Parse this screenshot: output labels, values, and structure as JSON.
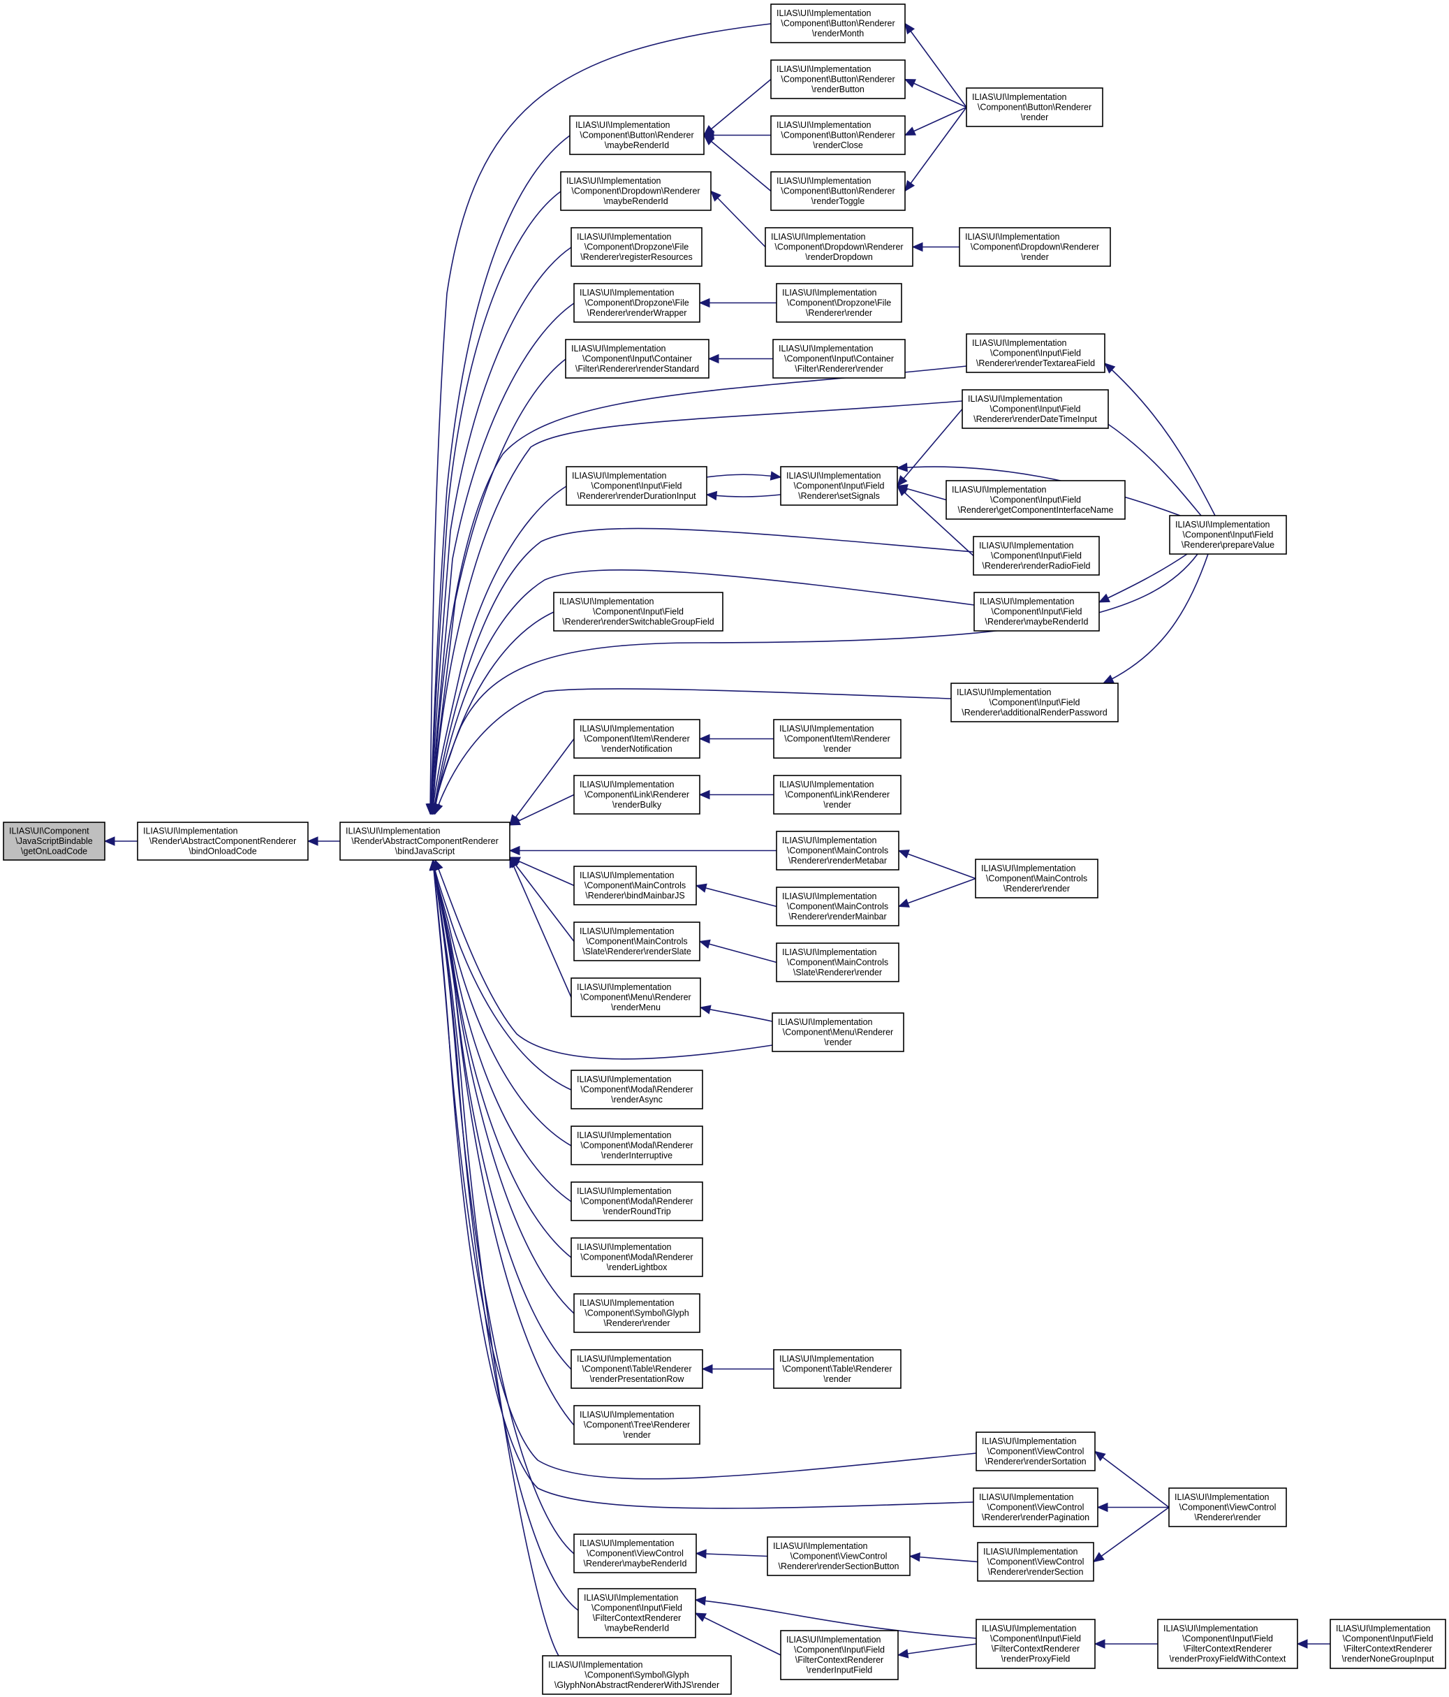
{
  "nodes": [
    {
      "id": "n0",
      "lines": [
        "ILIAS\\UI\\Component",
        "\\JavaScriptBindable",
        "\\getOnLoadCode"
      ],
      "highlight": true
    },
    {
      "id": "n1",
      "lines": [
        "ILIAS\\UI\\Implementation",
        "\\Render\\AbstractComponentRenderer",
        "\\bindOnloadCode"
      ]
    },
    {
      "id": "n2",
      "lines": [
        "ILIAS\\UI\\Implementation",
        "\\Render\\AbstractComponentRenderer",
        "\\bindJavaScript"
      ]
    },
    {
      "id": "b1",
      "lines": [
        "ILIAS\\UI\\Implementation",
        "\\Component\\Button\\Renderer",
        "\\renderMonth"
      ]
    },
    {
      "id": "b2",
      "lines": [
        "ILIAS\\UI\\Implementation",
        "\\Component\\Button\\Renderer",
        "\\renderButton"
      ]
    },
    {
      "id": "b3",
      "lines": [
        "ILIAS\\UI\\Implementation",
        "\\Component\\Button\\Renderer",
        "\\maybeRenderId"
      ]
    },
    {
      "id": "b4",
      "lines": [
        "ILIAS\\UI\\Implementation",
        "\\Component\\Button\\Renderer",
        "\\renderClose"
      ]
    },
    {
      "id": "b5",
      "lines": [
        "ILIAS\\UI\\Implementation",
        "\\Component\\Button\\Renderer",
        "\\renderToggle"
      ]
    },
    {
      "id": "b6",
      "lines": [
        "ILIAS\\UI\\Implementation",
        "\\Component\\Button\\Renderer",
        "\\render"
      ]
    },
    {
      "id": "d1",
      "lines": [
        "ILIAS\\UI\\Implementation",
        "\\Component\\Dropdown\\Renderer",
        "\\maybeRenderId"
      ]
    },
    {
      "id": "d2",
      "lines": [
        "ILIAS\\UI\\Implementation",
        "\\Component\\Dropdown\\Renderer",
        "\\renderDropdown"
      ]
    },
    {
      "id": "d3",
      "lines": [
        "ILIAS\\UI\\Implementation",
        "\\Component\\Dropdown\\Renderer",
        "\\render"
      ]
    },
    {
      "id": "z1",
      "lines": [
        "ILIAS\\UI\\Implementation",
        "\\Component\\Dropzone\\File",
        "\\Renderer\\registerResources"
      ]
    },
    {
      "id": "z2",
      "lines": [
        "ILIAS\\UI\\Implementation",
        "\\Component\\Dropzone\\File",
        "\\Renderer\\renderWrapper"
      ]
    },
    {
      "id": "z3",
      "lines": [
        "ILIAS\\UI\\Implementation",
        "\\Component\\Dropzone\\File",
        "\\Renderer\\render"
      ]
    },
    {
      "id": "c1",
      "lines": [
        "ILIAS\\UI\\Implementation",
        "\\Component\\Input\\Container",
        "\\Filter\\Renderer\\renderStandard"
      ]
    },
    {
      "id": "c2",
      "lines": [
        "ILIAS\\UI\\Implementation",
        "\\Component\\Input\\Container",
        "\\Filter\\Renderer\\render"
      ]
    },
    {
      "id": "f1",
      "lines": [
        "ILIAS\\UI\\Implementation",
        "\\Component\\Input\\Field",
        "\\Renderer\\renderTextareaField"
      ]
    },
    {
      "id": "f2",
      "lines": [
        "ILIAS\\UI\\Implementation",
        "\\Component\\Input\\Field",
        "\\Renderer\\renderDateTimeInput"
      ]
    },
    {
      "id": "f3",
      "lines": [
        "ILIAS\\UI\\Implementation",
        "\\Component\\Input\\Field",
        "\\Renderer\\renderDurationInput"
      ]
    },
    {
      "id": "f4",
      "lines": [
        "ILIAS\\UI\\Implementation",
        "\\Component\\Input\\Field",
        "\\Renderer\\setSignals"
      ]
    },
    {
      "id": "f5",
      "lines": [
        "ILIAS\\UI\\Implementation",
        "\\Component\\Input\\Field",
        "\\Renderer\\getComponentInterfaceName"
      ]
    },
    {
      "id": "f6",
      "lines": [
        "ILIAS\\UI\\Implementation",
        "\\Component\\Input\\Field",
        "\\Renderer\\renderRadioField"
      ]
    },
    {
      "id": "f7",
      "lines": [
        "ILIAS\\UI\\Implementation",
        "\\Component\\Input\\Field",
        "\\Renderer\\prepareValue"
      ]
    },
    {
      "id": "f8",
      "lines": [
        "ILIAS\\UI\\Implementation",
        "\\Component\\Input\\Field",
        "\\Renderer\\renderSwitchableGroupField"
      ]
    },
    {
      "id": "f9",
      "lines": [
        "ILIAS\\UI\\Implementation",
        "\\Component\\Input\\Field",
        "\\Renderer\\maybeRenderId"
      ]
    },
    {
      "id": "f10",
      "lines": [
        "ILIAS\\UI\\Implementation",
        "\\Component\\Input\\Field",
        "\\Renderer\\additionalRenderPassword"
      ]
    },
    {
      "id": "i1",
      "lines": [
        "ILIAS\\UI\\Implementation",
        "\\Component\\Item\\Renderer",
        "\\renderNotification"
      ]
    },
    {
      "id": "i2",
      "lines": [
        "ILIAS\\UI\\Implementation",
        "\\Component\\Item\\Renderer",
        "\\render"
      ]
    },
    {
      "id": "l1",
      "lines": [
        "ILIAS\\UI\\Implementation",
        "\\Component\\Link\\Renderer",
        "\\renderBulky"
      ]
    },
    {
      "id": "l2",
      "lines": [
        "ILIAS\\UI\\Implementation",
        "\\Component\\Link\\Renderer",
        "\\render"
      ]
    },
    {
      "id": "m1",
      "lines": [
        "ILIAS\\UI\\Implementation",
        "\\Component\\MainControls",
        "\\Renderer\\renderMetabar"
      ]
    },
    {
      "id": "m2",
      "lines": [
        "ILIAS\\UI\\Implementation",
        "\\Component\\MainControls",
        "\\Renderer\\bindMainbarJS"
      ]
    },
    {
      "id": "m3",
      "lines": [
        "ILIAS\\UI\\Implementation",
        "\\Component\\MainControls",
        "\\Renderer\\renderMainbar"
      ]
    },
    {
      "id": "m4",
      "lines": [
        "ILIAS\\UI\\Implementation",
        "\\Component\\MainControls",
        "\\Renderer\\render"
      ]
    },
    {
      "id": "s1",
      "lines": [
        "ILIAS\\UI\\Implementation",
        "\\Component\\MainControls",
        "\\Slate\\Renderer\\renderSlate"
      ]
    },
    {
      "id": "s2",
      "lines": [
        "ILIAS\\UI\\Implementation",
        "\\Component\\MainControls",
        "\\Slate\\Renderer\\render"
      ]
    },
    {
      "id": "u1",
      "lines": [
        "ILIAS\\UI\\Implementation",
        "\\Component\\Menu\\Renderer",
        "\\renderMenu"
      ]
    },
    {
      "id": "u2",
      "lines": [
        "ILIAS\\UI\\Implementation",
        "\\Component\\Menu\\Renderer",
        "\\render"
      ]
    },
    {
      "id": "o1",
      "lines": [
        "ILIAS\\UI\\Implementation",
        "\\Component\\Modal\\Renderer",
        "\\renderAsync"
      ]
    },
    {
      "id": "o2",
      "lines": [
        "ILIAS\\UI\\Implementation",
        "\\Component\\Modal\\Renderer",
        "\\renderInterruptive"
      ]
    },
    {
      "id": "o3",
      "lines": [
        "ILIAS\\UI\\Implementation",
        "\\Component\\Modal\\Renderer",
        "\\renderRoundTrip"
      ]
    },
    {
      "id": "o4",
      "lines": [
        "ILIAS\\UI\\Implementation",
        "\\Component\\Modal\\Renderer",
        "\\renderLightbox"
      ]
    },
    {
      "id": "g1",
      "lines": [
        "ILIAS\\UI\\Implementation",
        "\\Component\\Symbol\\Glyph",
        "\\Renderer\\render"
      ]
    },
    {
      "id": "t1",
      "lines": [
        "ILIAS\\UI\\Implementation",
        "\\Component\\Table\\Renderer",
        "\\renderPresentationRow"
      ]
    },
    {
      "id": "t2",
      "lines": [
        "ILIAS\\UI\\Implementation",
        "\\Component\\Table\\Renderer",
        "\\render"
      ]
    },
    {
      "id": "r1",
      "lines": [
        "ILIAS\\UI\\Implementation",
        "\\Component\\Tree\\Renderer",
        "\\render"
      ]
    },
    {
      "id": "v1",
      "lines": [
        "ILIAS\\UI\\Implementation",
        "\\Component\\ViewControl",
        "\\Renderer\\renderSortation"
      ]
    },
    {
      "id": "v2",
      "lines": [
        "ILIAS\\UI\\Implementation",
        "\\Component\\ViewControl",
        "\\Renderer\\renderPagination"
      ]
    },
    {
      "id": "v3",
      "lines": [
        "ILIAS\\UI\\Implementation",
        "\\Component\\ViewControl",
        "\\Renderer\\render"
      ]
    },
    {
      "id": "v4",
      "lines": [
        "ILIAS\\UI\\Implementation",
        "\\Component\\ViewControl",
        "\\Renderer\\maybeRenderId"
      ]
    },
    {
      "id": "v5",
      "lines": [
        "ILIAS\\UI\\Implementation",
        "\\Component\\ViewControl",
        "\\Renderer\\renderSectionButton"
      ]
    },
    {
      "id": "v6",
      "lines": [
        "ILIAS\\UI\\Implementation",
        "\\Component\\ViewControl",
        "\\Renderer\\renderSection"
      ]
    },
    {
      "id": "x1",
      "lines": [
        "ILIAS\\UI\\Implementation",
        "\\Component\\Input\\Field",
        "\\FilterContextRenderer",
        "\\maybeRenderId"
      ]
    },
    {
      "id": "x2",
      "lines": [
        "ILIAS\\UI\\Implementation",
        "\\Component\\Input\\Field",
        "\\FilterContextRenderer",
        "\\renderInputField"
      ]
    },
    {
      "id": "x3",
      "lines": [
        "ILIAS\\UI\\Implementation",
        "\\Component\\Input\\Field",
        "\\FilterContextRenderer",
        "\\renderProxyField"
      ]
    },
    {
      "id": "x4",
      "lines": [
        "ILIAS\\UI\\Implementation",
        "\\Component\\Input\\Field",
        "\\FilterContextRenderer",
        "\\renderProxyFieldWithContext"
      ]
    },
    {
      "id": "x5",
      "lines": [
        "ILIAS\\UI\\Implementation",
        "\\Component\\Input\\Field",
        "\\FilterContextRenderer",
        "\\renderNoneGroupInput"
      ]
    },
    {
      "id": "y1",
      "lines": [
        "ILIAS\\UI\\Implementation",
        "\\Component\\Symbol\\Glyph",
        "\\GlyphNonAbstractRendererWithJS\\render"
      ]
    }
  ],
  "edges": [
    [
      "n1",
      "n0"
    ],
    [
      "n2",
      "n1"
    ],
    [
      "b1",
      "n2"
    ],
    [
      "b3",
      "n2"
    ],
    [
      "d1",
      "n2"
    ],
    [
      "z1",
      "n2"
    ],
    [
      "z2",
      "n2"
    ],
    [
      "c1",
      "n2"
    ],
    [
      "f1",
      "n2"
    ],
    [
      "f2",
      "n2"
    ],
    [
      "f3",
      "n2"
    ],
    [
      "f6",
      "n2"
    ],
    [
      "f8",
      "n2"
    ],
    [
      "f9",
      "n2"
    ],
    [
      "f7",
      "n2"
    ],
    [
      "f10",
      "n2"
    ],
    [
      "i1",
      "n2"
    ],
    [
      "l1",
      "n2"
    ],
    [
      "m1",
      "n2"
    ],
    [
      "m2",
      "n2"
    ],
    [
      "s1",
      "n2"
    ],
    [
      "u1",
      "n2"
    ],
    [
      "u2",
      "n2"
    ],
    [
      "o1",
      "n2"
    ],
    [
      "o2",
      "n2"
    ],
    [
      "o3",
      "n2"
    ],
    [
      "o4",
      "n2"
    ],
    [
      "g1",
      "n2"
    ],
    [
      "t1",
      "n2"
    ],
    [
      "r1",
      "n2"
    ],
    [
      "v1",
      "n2"
    ],
    [
      "v2",
      "n2"
    ],
    [
      "v4",
      "n2"
    ],
    [
      "x1",
      "n2"
    ],
    [
      "y1",
      "n2"
    ],
    [
      "b2",
      "b3"
    ],
    [
      "b4",
      "b3"
    ],
    [
      "b5",
      "b3"
    ],
    [
      "b6",
      "b1"
    ],
    [
      "b6",
      "b2"
    ],
    [
      "b6",
      "b4"
    ],
    [
      "b6",
      "b5"
    ],
    [
      "d2",
      "d1"
    ],
    [
      "d3",
      "d2"
    ],
    [
      "z3",
      "z2"
    ],
    [
      "c2",
      "c1"
    ],
    [
      "f4",
      "f3"
    ],
    [
      "f3",
      "f4"
    ],
    [
      "f2",
      "f4"
    ],
    [
      "f5",
      "f4"
    ],
    [
      "f6",
      "f4"
    ],
    [
      "f7",
      "f4"
    ],
    [
      "f7",
      "f1"
    ],
    [
      "f7",
      "f2"
    ],
    [
      "f7",
      "f9"
    ],
    [
      "f7",
      "f10"
    ],
    [
      "i2",
      "i1"
    ],
    [
      "l2",
      "l1"
    ],
    [
      "m3",
      "m2"
    ],
    [
      "m4",
      "m1"
    ],
    [
      "m4",
      "m3"
    ],
    [
      "s2",
      "s1"
    ],
    [
      "u2",
      "u1"
    ],
    [
      "t2",
      "t1"
    ],
    [
      "v3",
      "v1"
    ],
    [
      "v3",
      "v2"
    ],
    [
      "v3",
      "v6"
    ],
    [
      "v5",
      "v4"
    ],
    [
      "v6",
      "v5"
    ],
    [
      "x2",
      "x1"
    ],
    [
      "x3",
      "x1"
    ],
    [
      "x3",
      "x2"
    ],
    [
      "x4",
      "x3"
    ],
    [
      "x5",
      "x4"
    ]
  ]
}
